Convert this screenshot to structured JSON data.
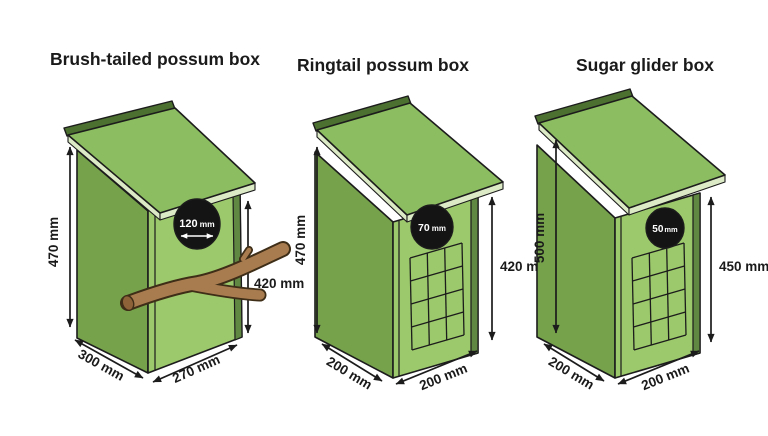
{
  "palette": {
    "background": "#FFFFFF",
    "box_green_front": "#9CC96B",
    "box_green_side": "#76A24C",
    "roof_green": "#8CBD60",
    "trim_green_dark": "#4C7030",
    "roof_edge_pale": "#DCEBC6",
    "edge_strip_green": "#618843",
    "hole_black": "#141414",
    "branch_brown": "#A97C50",
    "branch_outline": "#3E2D17",
    "outline": "#1C1C1C",
    "label_text": "#1A1A1A"
  },
  "boxes": [
    {
      "id": "brushtail",
      "title": "Brush-tailed possum box",
      "hole": {
        "value": "120",
        "unit": "mm"
      },
      "dimensions": {
        "left_height": "470 mm",
        "right_height": "420 mm",
        "base_depth": "300 mm",
        "base_width": "270 mm"
      },
      "features": [
        "perch-branch"
      ]
    },
    {
      "id": "ringtail",
      "title": "Ringtail possum box",
      "hole": {
        "value": "70",
        "unit": "mm"
      },
      "dimensions": {
        "left_height": "470 mm",
        "right_height": "420 mm",
        "base_depth": "200 mm",
        "base_width": "200 mm"
      },
      "features": [
        "climbing-grid"
      ]
    },
    {
      "id": "sugarglider",
      "title": "Sugar glider box",
      "hole": {
        "value": "50",
        "unit": "mm"
      },
      "dimensions": {
        "left_height": "500 mm",
        "right_height": "450 mm",
        "base_depth": "200 mm",
        "base_width": "200 mm"
      },
      "features": [
        "climbing-grid"
      ]
    }
  ]
}
